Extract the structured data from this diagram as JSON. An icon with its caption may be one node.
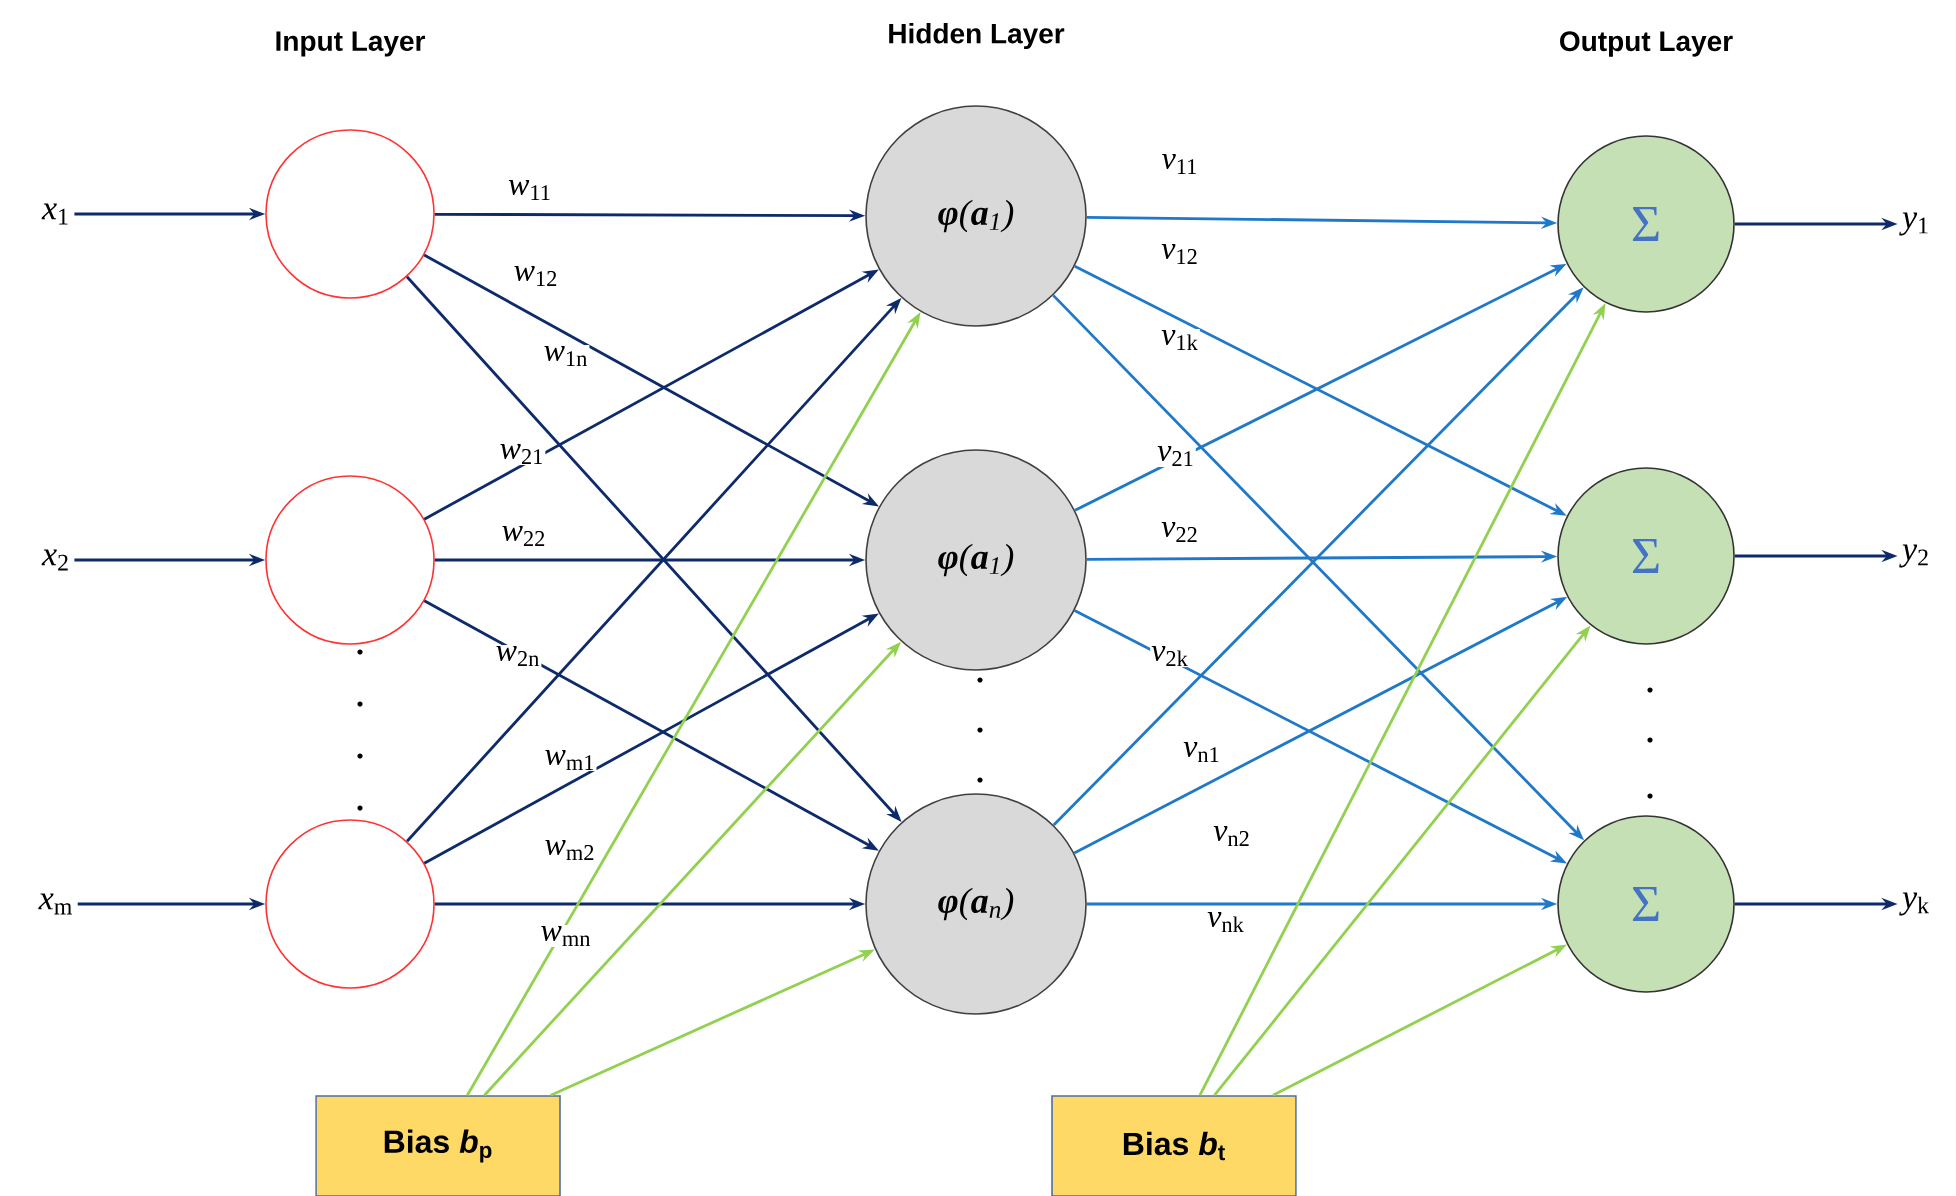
{
  "diagram": {
    "nodes": [
      {
        "text": [
          "*x*$_{1}$"
        ]
      },
      {
        "text": [
          "*x*$_{2}$"
        ]
      },
      {
        "text": [
          "*x*$_{m}$"
        ]
      },
      {
        "text": [],
        "shape": "circle"
      },
      {
        "text": [],
        "shape": "circle"
      },
      {
        "text": [],
        "shape": "circle"
      },
      {
        "text": [
          "**φ**(**a**$_{1}$)"
        ]
      },
      {
        "text": [
          "**φ**(**a**$_{1}$)"
        ]
      },
      {
        "text": [
          "**φ**(**a**$_{n}$)"
        ]
      },
      {
        "text": [
          "Σ"
        ]
      },
      {
        "text": [
          "Σ"
        ]
      },
      {
        "text": [
          "Σ"
        ]
      },
      {
        "text": [
          "*y*$_{1}$"
        ]
      },
      {
        "text": [
          "*y*$_{2}$"
        ]
      },
      {
        "text": [
          "*y*$_{k}$"
        ]
      },
      {
        "text": [
          "Bias *b*$_{p}$"
        ]
      },
      {
        "text": [
          "Bias *b*$_{t}$"
        ]
      }
    ],
    "edges": [
      {
        "from": 0,
        "to": 3,
        "arrow": "to"
      },
      {
        "from": 1,
        "to": 4,
        "arrow": "to"
      },
      {
        "from": 2,
        "to": 5,
        "arrow": "to"
      },
      {
        "from": 3,
        "to": 6,
        "arrow": "to",
        "label": "*w*$_{11}$"
      },
      {
        "from": 3,
        "to": 7,
        "arrow": "to",
        "label": "*w*$_{12}$"
      },
      {
        "from": 3,
        "to": 8,
        "arrow": "to",
        "label": "*w*$_{1n}$"
      },
      {
        "from": 4,
        "to": 6,
        "arrow": "to",
        "label": "*w*$_{21}$"
      },
      {
        "from": 4,
        "to": 7,
        "arrow": "to",
        "label": "*w*$_{22}$"
      },
      {
        "from": 4,
        "to": 8,
        "arrow": "to",
        "label": "*w*$_{2n}$"
      },
      {
        "from": 5,
        "to": 6,
        "arrow": "to",
        "label": "*w*$_{m1}$"
      },
      {
        "from": 5,
        "to": 7,
        "arrow": "to",
        "label": "*w*$_{m2}$"
      },
      {
        "from": 5,
        "to": 8,
        "arrow": "to",
        "label": "*w*$_{mn}$"
      },
      {
        "from": 6,
        "to": 9,
        "arrow": "to",
        "label": "*v*$_{11}$",
        "color": "#1f78c8"
      },
      {
        "from": 6,
        "to": 10,
        "arrow": "to",
        "label": "*v*$_{12}$",
        "color": "#1f78c8"
      },
      {
        "from": 6,
        "to": 11,
        "arrow": "to",
        "label": "*v*$_{1k}$",
        "color": "#1f78c8"
      },
      {
        "from": 7,
        "to": 9,
        "arrow": "to",
        "label": "*v*$_{21}$",
        "color": "#1f78c8"
      },
      {
        "from": 7,
        "to": 10,
        "arrow": "to",
        "label": "*v*$_{22}$",
        "color": "#1f78c8"
      },
      {
        "from": 7,
        "to": 11,
        "arrow": "to",
        "label": "*v*$_{2k}$",
        "color": "#1f78c8"
      },
      {
        "from": 8,
        "to": 9,
        "arrow": "to",
        "label": "*v*$_{n1}$",
        "color": "#1f78c8"
      },
      {
        "from": 8,
        "to": 10,
        "arrow": "to",
        "label": "*v*$_{n2}$",
        "color": "#1f78c8"
      },
      {
        "from": 8,
        "to": 11,
        "arrow": "to",
        "label": "*v*$_{nk}$",
        "color": "#1f78c8"
      },
      {
        "from": 15,
        "to": 6,
        "arrow": "to",
        "color": "#92d050"
      },
      {
        "from": 15,
        "to": 7,
        "arrow": "to",
        "color": "#92d050"
      },
      {
        "from": 15,
        "to": 8,
        "arrow": "to",
        "color": "#92d050"
      },
      {
        "from": 16,
        "to": 9,
        "arrow": "to",
        "color": "#92d050"
      },
      {
        "from": 16,
        "to": 10,
        "arrow": "to",
        "color": "#92d050"
      },
      {
        "from": 16,
        "to": 11,
        "arrow": "to",
        "color": "#92d050"
      },
      {
        "from": 9,
        "to": 12,
        "arrow": "to"
      },
      {
        "from": 10,
        "to": 13,
        "arrow": "to"
      },
      {
        "from": 11,
        "to": 14,
        "arrow": "to"
      }
    ],
    "labels": [
      "Input Layer",
      "Hidden Layer",
      "Output Layer"
    ]
  }
}
